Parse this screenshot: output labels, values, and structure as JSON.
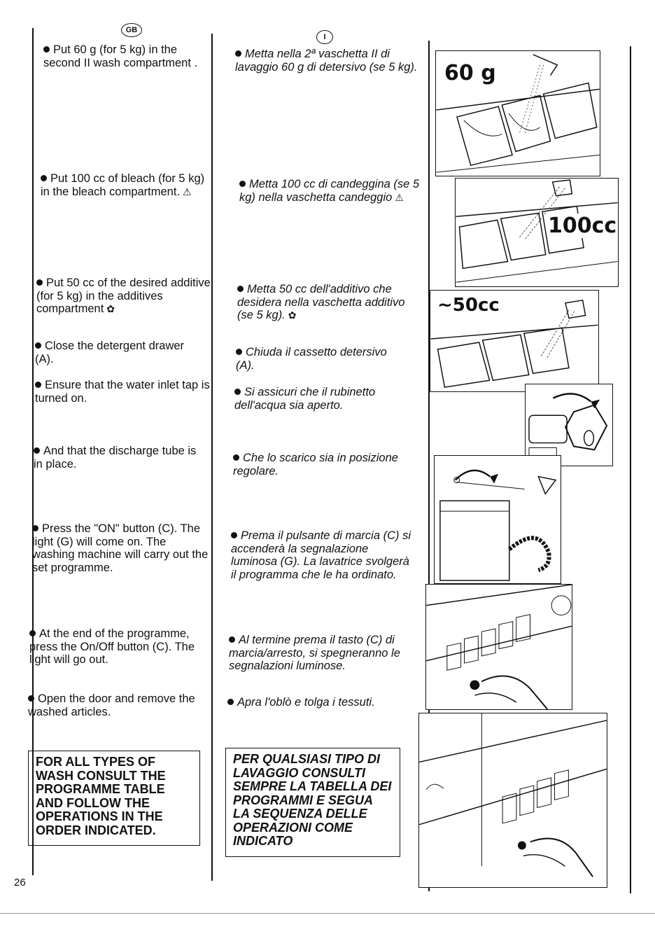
{
  "page_number": "26",
  "english": {
    "lang_badge": "GB",
    "steps": [
      "Put 60 g (for 5 kg) in the second II wash compartment .",
      "Put 100 cc of bleach (for 5 kg) in the bleach compartment.",
      "Put 50 cc of the desired additive (for 5 kg) in the additives compartment",
      "Close the detergent drawer (A).",
      "Ensure that the water inlet tap is turned on.",
      "And that the discharge tube is in place.",
      "Press the \"ON\" button (C). The light (G) will come on. The washing machine will carry out the set programme.",
      "At the end of the programme, press the On/Off button (C). The light will go out.",
      "Open the door and remove the washed articles."
    ],
    "notice": "FOR ALL TYPES OF WASH CONSULT THE PROGRAMME TABLE AND FOLLOW THE OPERATIONS IN THE ORDER INDICATED."
  },
  "italian": {
    "lang_badge": "I",
    "steps": [
      "Metta nella 2ª vaschetta II di lavaggio 60 g di detersivo (se 5 kg).",
      "Metta 100 cc di candeggina (se 5 kg) nella vaschetta candeggio",
      "Metta 50 cc dell'additivo che desidera nella vaschetta additivo (se 5 kg).",
      "Chiuda il cassetto detersivo (A).",
      "Si assicuri che il rubinetto dell'acqua sia aperto.",
      "Che lo scarico sia in posizione regolare.",
      "Prema il pulsante di marcia (C) si accenderà la segnalazione luminosa (G). La lavatrice svolgerà il programma che le ha ordinato.",
      "Al termine prema il tasto (C) di marcia/arresto, si spegneranno le segnalazioni luminose.",
      "Apra l'oblò e tolga i tessuti."
    ],
    "notice": "PER QUALSIASI TIPO DI LAVAGGIO CONSULTI SEMPRE LA TABELLA DEI PROGRAMMI E SEGUA LA SEQUENZA DELLE OPERAZIONI COME INDICATO"
  },
  "illustrations": {
    "detergent_amount": "60 g",
    "bleach_amount": "100cc",
    "additive_amount": "~50cc"
  },
  "icons": {
    "bleach_symbol": "warning-triangle-icon",
    "additive_symbol": "flower-icon"
  }
}
